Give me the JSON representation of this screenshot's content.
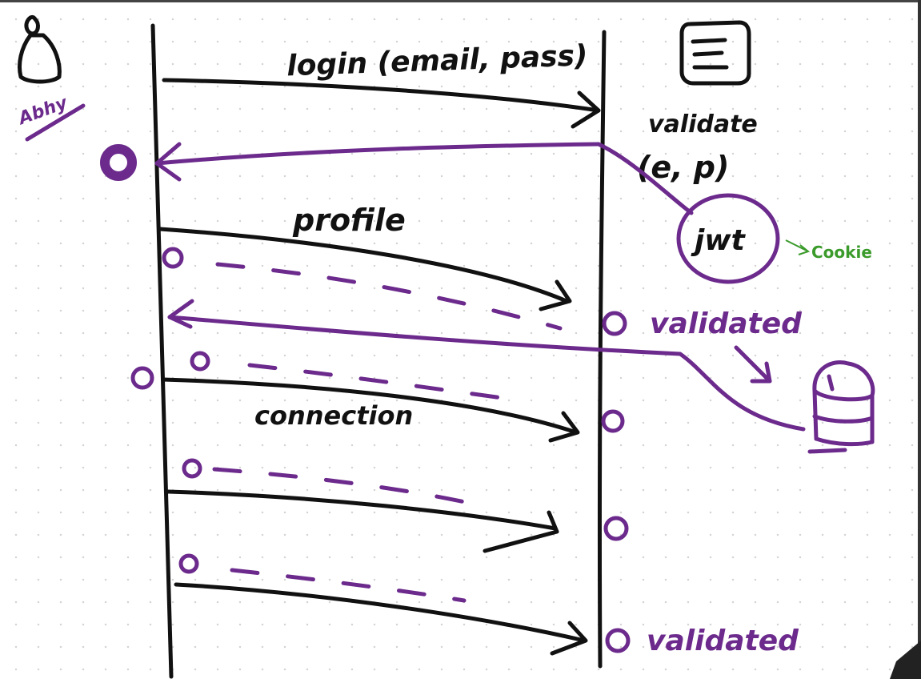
{
  "labels": {
    "user_name": "Abhy",
    "login": "login (email, pass)",
    "validate_line1": "validate",
    "validate_line2": "(e, p)",
    "jwt": "jwt",
    "cookie": "Cookie",
    "profile": "profile",
    "validated_1": "validated",
    "connection": "connection",
    "validated_2": "validated"
  },
  "colors": {
    "ink": "#111111",
    "purple": "#6b2a8c",
    "green": "#3a9a2a",
    "dots": "#d4d4d4"
  },
  "icons": {
    "user": "user-icon",
    "server": "server-icon",
    "database": "database-icon"
  }
}
